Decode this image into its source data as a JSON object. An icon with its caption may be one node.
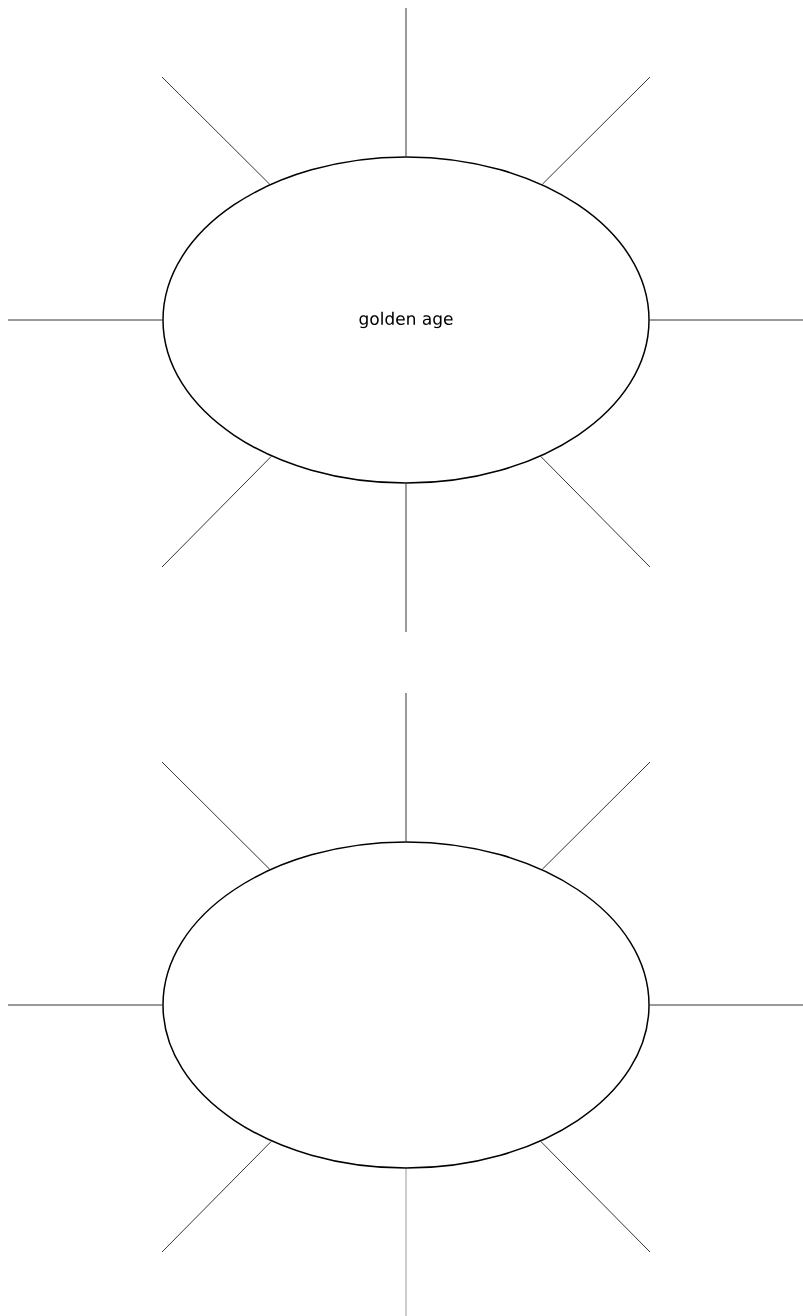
{
  "diagram": {
    "nodes": [
      {
        "text": [
          "golden age"
        ]
      },
      {
        "text": [],
        "shape": "ellipse"
      }
    ],
    "edges": [
      {
        "from": null,
        "to": 0,
        "arrow": "none"
      },
      {
        "from": null,
        "to": 0,
        "arrow": "none"
      },
      {
        "from": null,
        "to": 0,
        "arrow": "none"
      },
      {
        "from": null,
        "to": 0,
        "arrow": "none"
      },
      {
        "from": null,
        "to": 0,
        "arrow": "none"
      },
      {
        "from": null,
        "to": 0,
        "arrow": "none"
      },
      {
        "from": null,
        "to": 0,
        "arrow": "none"
      },
      {
        "from": null,
        "to": 0,
        "arrow": "none"
      },
      {
        "from": null,
        "to": 1,
        "arrow": "none"
      },
      {
        "from": null,
        "to": 1,
        "arrow": "none"
      },
      {
        "from": null,
        "to": 1,
        "arrow": "none"
      },
      {
        "from": null,
        "to": 1,
        "arrow": "none"
      },
      {
        "from": null,
        "to": 1,
        "arrow": "none"
      },
      {
        "from": null,
        "to": 1,
        "arrow": "none"
      },
      {
        "from": null,
        "to": 1,
        "arrow": "none"
      },
      {
        "from": null,
        "to": 1,
        "arrow": "none"
      }
    ]
  }
}
